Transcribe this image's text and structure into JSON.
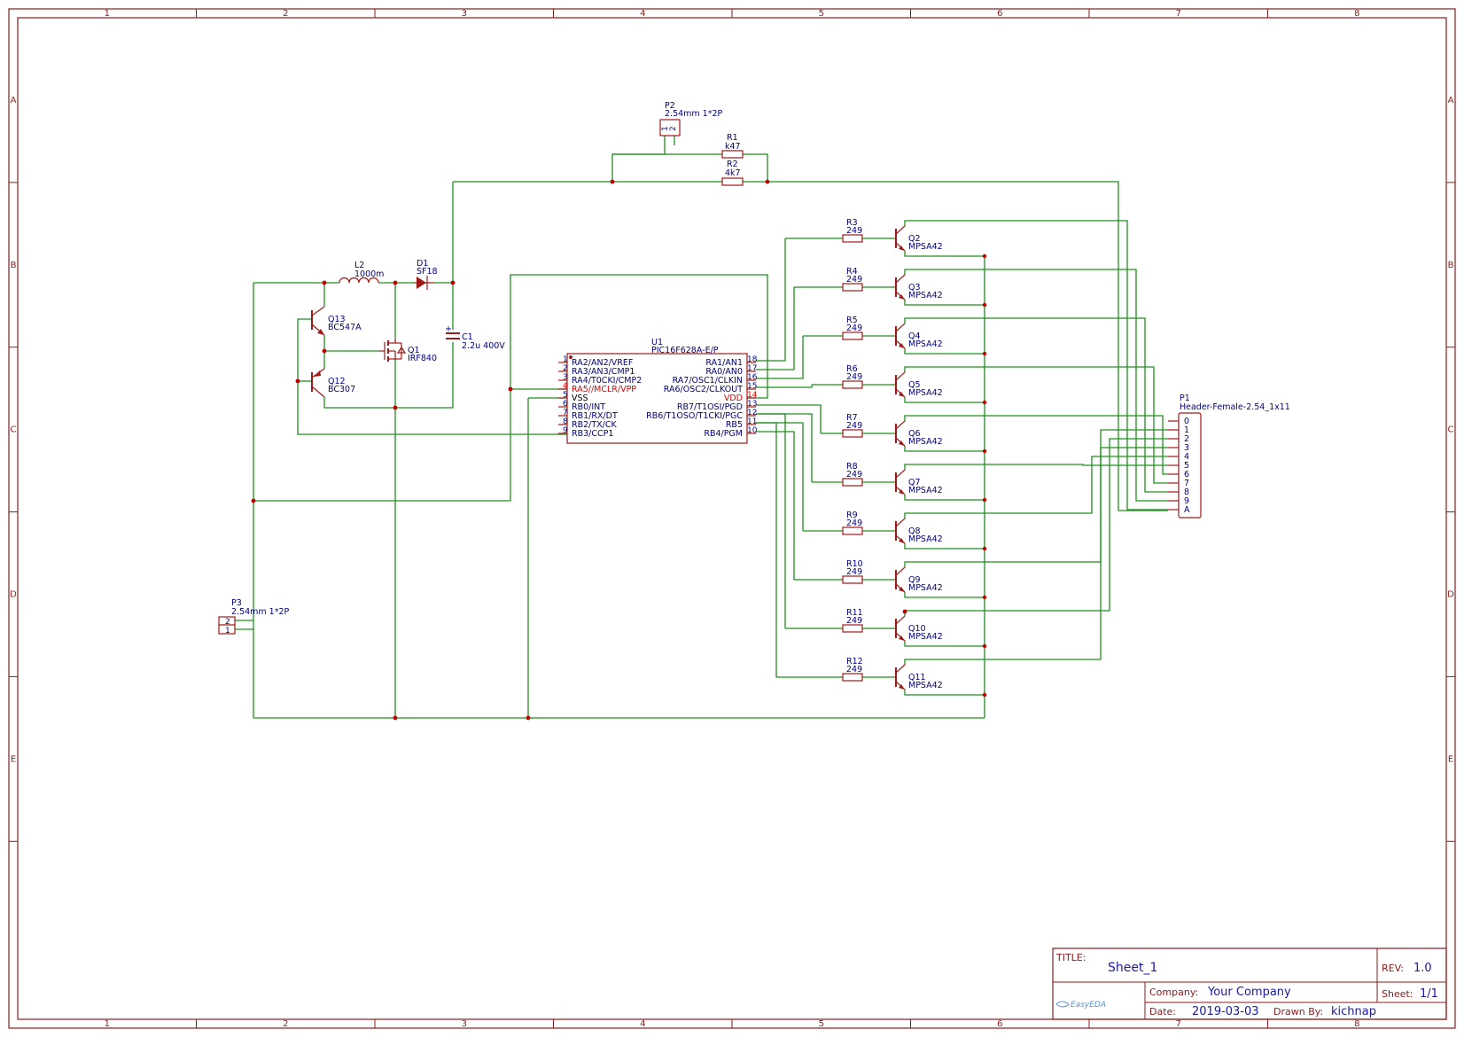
{
  "sheet": {
    "columns": [
      "1",
      "2",
      "3",
      "4",
      "5",
      "6",
      "7",
      "8"
    ],
    "rows": [
      "A",
      "B",
      "C",
      "D",
      "E"
    ]
  },
  "components": {
    "P2": {
      "ref": "P2",
      "value": "2.54mm 1*2P",
      "pin1": "1",
      "pin2": "2"
    },
    "P3": {
      "ref": "P3",
      "value": "2.54mm 1*2P",
      "pin1": "1",
      "pin2": "2"
    },
    "R1": {
      "ref": "R1",
      "value": "k47"
    },
    "R2": {
      "ref": "R2",
      "value": "4k7"
    },
    "L2": {
      "ref": "L2",
      "value": "1000m"
    },
    "D1": {
      "ref": "D1",
      "value": "SF18"
    },
    "C1": {
      "ref": "C1",
      "value": "2.2u 400V",
      "plus": "+"
    },
    "Q13": {
      "ref": "Q13",
      "value": "BC547A"
    },
    "Q12": {
      "ref": "Q12",
      "value": "BC307"
    },
    "Q1": {
      "ref": "Q1",
      "value": "IRF840"
    },
    "U1": {
      "ref": "U1",
      "value": "PIC16F628A-E/P"
    },
    "P1": {
      "ref": "P1",
      "value": "Header-Female-2.54_1x11"
    }
  },
  "u1_left_pins": [
    {
      "num": "1",
      "name": "RA2/AN2/VREF",
      "style": "blue"
    },
    {
      "num": "2",
      "name": "RA3/AN3/CMP1",
      "style": "blue"
    },
    {
      "num": "3",
      "name": "RA4/T0CKI/CMP2",
      "style": "blue"
    },
    {
      "num": "4",
      "name": "RA5//MCLR/VPP",
      "style": "red"
    },
    {
      "num": "5",
      "name": "VSS",
      "style": "black"
    },
    {
      "num": "6",
      "name": "RB0/INT",
      "style": "blue"
    },
    {
      "num": "7",
      "name": "RB1/RX/DT",
      "style": "blue"
    },
    {
      "num": "8",
      "name": "RB2/TX/CK",
      "style": "blue"
    },
    {
      "num": "9",
      "name": "RB3/CCP1",
      "style": "blue"
    }
  ],
  "u1_right_pins": [
    {
      "num": "18",
      "name": "RA1/AN1",
      "style": "blue"
    },
    {
      "num": "17",
      "name": "RA0/AN0",
      "style": "blue"
    },
    {
      "num": "16",
      "name": "RA7/OSC1/CLKIN",
      "style": "blue"
    },
    {
      "num": "15",
      "name": "RA6/OSC2/CLKOUT",
      "style": "blue"
    },
    {
      "num": "14",
      "name": "VDD",
      "style": "red"
    },
    {
      "num": "13",
      "name": "RB7/T1OSI/PGD",
      "style": "blue"
    },
    {
      "num": "12",
      "name": "RB6/T1OSO/T1CKI/PGC",
      "style": "blue"
    },
    {
      "num": "11",
      "name": "RB5",
      "style": "blue"
    },
    {
      "num": "10",
      "name": "RB4/PGM",
      "style": "blue"
    }
  ],
  "driver_stages": [
    {
      "res": "R3",
      "res_val": "249",
      "tr": "Q2",
      "tr_val": "MPSA42"
    },
    {
      "res": "R4",
      "res_val": "249",
      "tr": "Q3",
      "tr_val": "MPSA42"
    },
    {
      "res": "R5",
      "res_val": "249",
      "tr": "Q4",
      "tr_val": "MPSA42"
    },
    {
      "res": "R6",
      "res_val": "249",
      "tr": "Q5",
      "tr_val": "MPSA42"
    },
    {
      "res": "R7",
      "res_val": "249",
      "tr": "Q6",
      "tr_val": "MPSA42"
    },
    {
      "res": "R8",
      "res_val": "249",
      "tr": "Q7",
      "tr_val": "MPSA42"
    },
    {
      "res": "R9",
      "res_val": "249",
      "tr": "Q8",
      "tr_val": "MPSA42"
    },
    {
      "res": "R10",
      "res_val": "249",
      "tr": "Q9",
      "tr_val": "MPSA42"
    },
    {
      "res": "R11",
      "res_val": "249",
      "tr": "Q10",
      "tr_val": "MPSA42"
    },
    {
      "res": "R12",
      "res_val": "249",
      "tr": "Q11",
      "tr_val": "MPSA42"
    }
  ],
  "p1_pins": [
    "0",
    "1",
    "2",
    "3",
    "4",
    "5",
    "6",
    "7",
    "8",
    "9",
    "A"
  ],
  "title_block": {
    "title_label": "TITLE:",
    "title": "Sheet_1",
    "rev_label": "REV:",
    "rev": "1.0",
    "company_label": "Company:",
    "company": "Your Company",
    "sheet_label": "Sheet:",
    "sheet": "1/1",
    "date_label": "Date:",
    "date": "2019-03-03",
    "drawn_label": "Drawn By:",
    "drawn_by": "kichnap",
    "logo": "EasyEDA"
  }
}
